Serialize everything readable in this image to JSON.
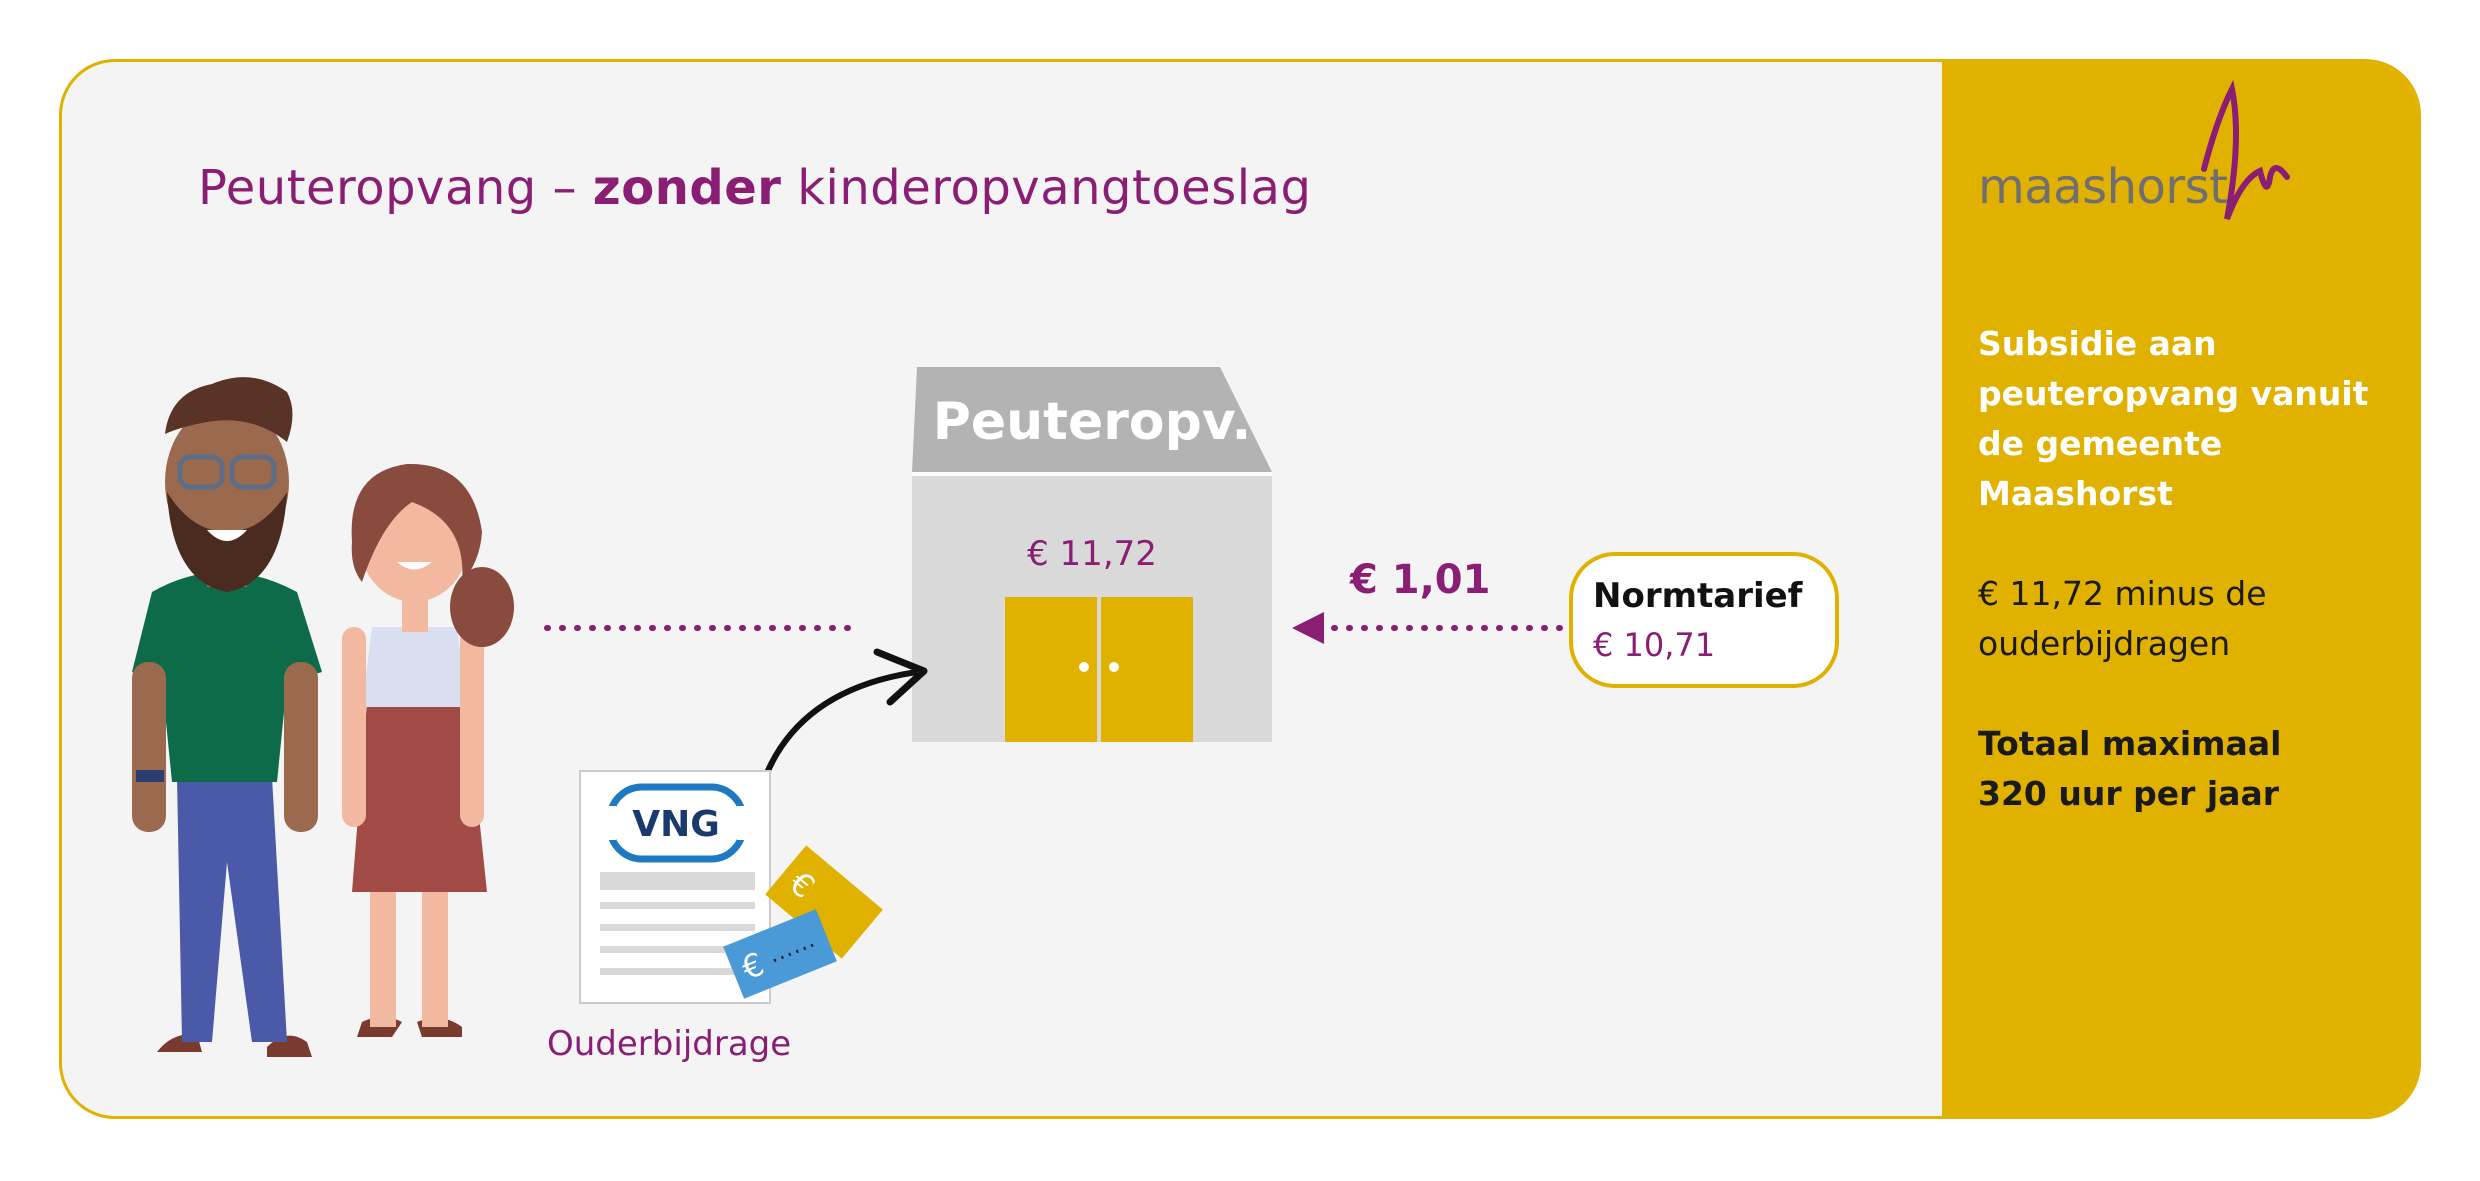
{
  "title": {
    "prefix": "Peuteropvang – ",
    "bold": "zonder",
    "suffix": " kinderopvangtoeslag"
  },
  "building": {
    "label": "Peuteropv.",
    "price": "€ 11,72"
  },
  "subsidy_amount": "€ 1,01",
  "norm": {
    "title": "Normtarief",
    "value": "€ 10,71"
  },
  "document": {
    "logo_text": "VNG",
    "caption": "Ouderbijdrage"
  },
  "sidebar": {
    "logo": "maashorst",
    "subsidy_lines": [
      "Subsidie aan",
      "peuteropvang vanuit",
      "de gemeente",
      "Maashorst"
    ],
    "calc_lines": [
      "€ 11,72 minus de",
      "ouderbijdragen"
    ],
    "total_lines": [
      "Totaal maximaal",
      "320 uur per jaar"
    ]
  },
  "colors": {
    "purple": "#8a1e74",
    "gold": "#e1b100",
    "panel": "#f4f4f4",
    "roof": "#b3b3b3",
    "wall": "#d9d9d9"
  }
}
